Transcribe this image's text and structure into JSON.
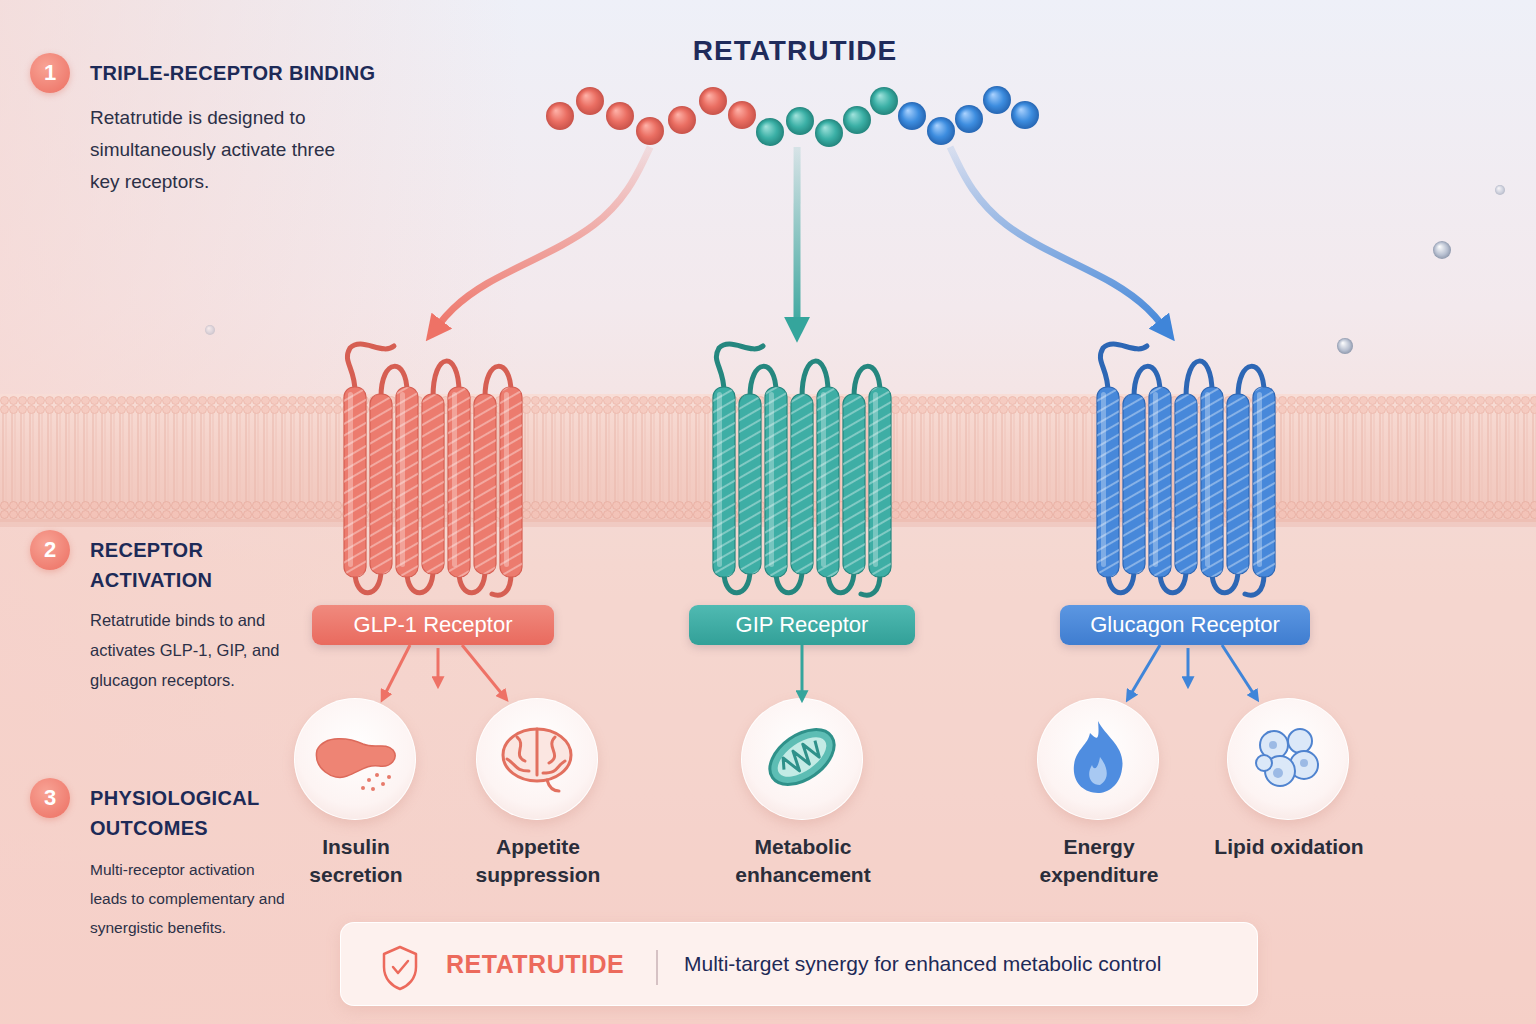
{
  "diagram": {
    "nodes": [
      {
        "text": [
          "RETATRUTIDE"
        ]
      },
      {
        "text": [
          "1",
          "TRIPLE-RECEPTOR BINDING",
          "Retatrutide is designed to simultaneously activate three key receptors."
        ]
      },
      {
        "text": [
          "2",
          "RECEPTOR ACTIVATION",
          "Retatrutide binds to and activates GLP-1, GIP, and glucagon receptors."
        ]
      },
      {
        "text": [
          "GLP-1 Receptor"
        ]
      },
      {
        "text": [
          "GIP Receptor"
        ]
      },
      {
        "text": [
          "Glucagon Receptor"
        ]
      },
      {
        "text": [
          "3",
          "PHYSIOLOGICAL OUTCOMES",
          "Multi-receptor activation leads to complementary and synergistic benefits."
        ]
      },
      {
        "text": [
          "Insulin secretion"
        ]
      },
      {
        "text": [
          "Appetite suppression"
        ]
      },
      {
        "text": [
          "Metabolic enhancement"
        ]
      },
      {
        "text": [
          "Energy expenditure"
        ]
      },
      {
        "text": [
          "Lipid oxidation"
        ]
      },
      {
        "text": [
          "RETATRUTIDE",
          "Multi-target synergy for enhanced metabolic control"
        ]
      }
    ],
    "edges": [
      {
        "from": 0,
        "to": 3,
        "arrow": "to"
      },
      {
        "from": 0,
        "to": 4,
        "arrow": "to"
      },
      {
        "from": 0,
        "to": 5,
        "arrow": "to"
      },
      {
        "from": 3,
        "to": 7,
        "arrow": "to"
      },
      {
        "from": 3,
        "to": 8,
        "arrow": "to"
      },
      {
        "from": 4,
        "to": 9,
        "arrow": "to"
      },
      {
        "from": 5,
        "to": 10,
        "arrow": "to"
      },
      {
        "from": 5,
        "to": 11,
        "arrow": "to"
      }
    ]
  }
}
